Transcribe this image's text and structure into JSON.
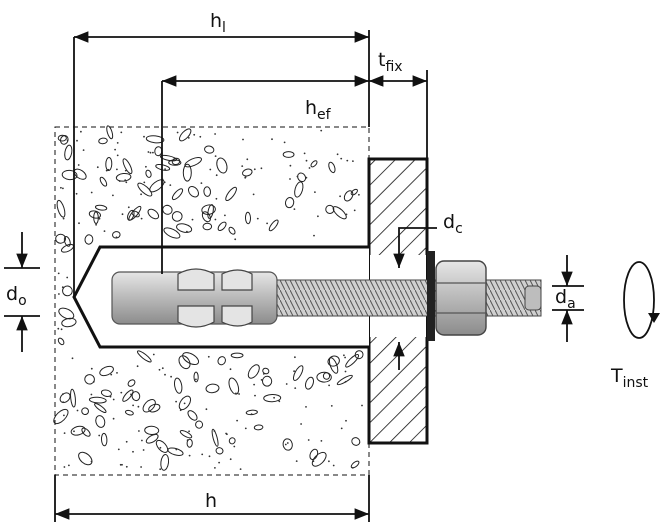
{
  "labels": {
    "h_l": {
      "base": "h",
      "sub": "l"
    },
    "t_fix": {
      "base": "t",
      "sub": "fix"
    },
    "h_ef": {
      "base": "h",
      "sub": "ef"
    },
    "d_c": {
      "base": "d",
      "sub": "c"
    },
    "d_o": {
      "base": "d",
      "sub": "o"
    },
    "d_a": {
      "base": "d",
      "sub": "a"
    },
    "T_inst": {
      "base": "T",
      "sub": "inst"
    },
    "h": {
      "base": "h",
      "sub": ""
    }
  },
  "colors": {
    "line": "#111111",
    "steel": "#c9c9c9",
    "steel_dark": "#8a8a8a",
    "background": "#ffffff"
  }
}
